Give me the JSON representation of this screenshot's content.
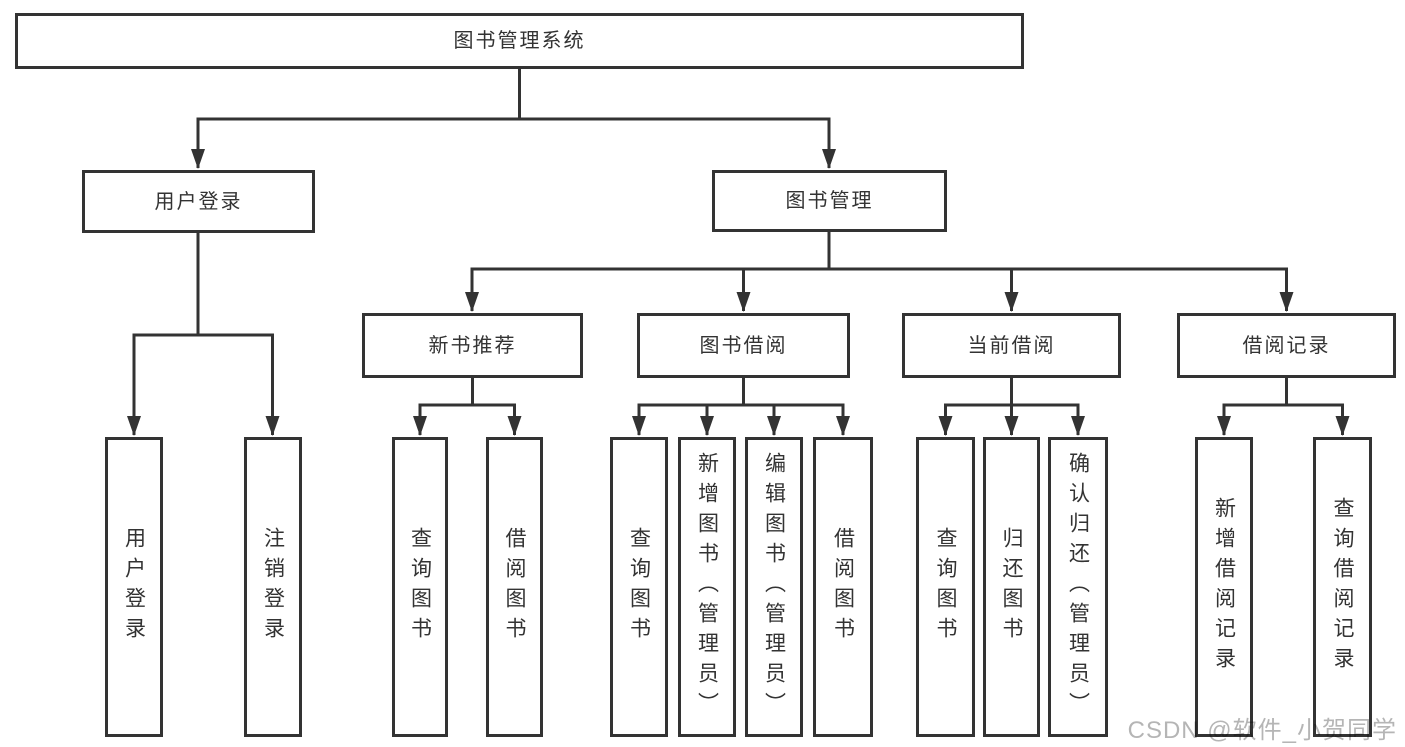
{
  "diagram_title": "图书管理系统",
  "colors": {
    "line": "#333333",
    "text": "#333333",
    "box_background": "#ffffff",
    "watermark": "#b5b5b5",
    "background": "#ffffff"
  },
  "tree": {
    "label": "图书管理系统",
    "children": [
      {
        "label": "用户登录",
        "children": [
          {
            "label": "用户登录"
          },
          {
            "label": "注销登录"
          }
        ]
      },
      {
        "label": "图书管理",
        "children": [
          {
            "label": "新书推荐",
            "children": [
              {
                "label": "查询图书"
              },
              {
                "label": "借阅图书"
              }
            ]
          },
          {
            "label": "图书借阅",
            "children": [
              {
                "label": "查询图书"
              },
              {
                "label": "新增图书（管理员）"
              },
              {
                "label": "编辑图书（管理员）"
              },
              {
                "label": "借阅图书"
              }
            ]
          },
          {
            "label": "当前借阅",
            "children": [
              {
                "label": "查询图书"
              },
              {
                "label": "归还图书"
              },
              {
                "label": "确认归还（管理员）"
              }
            ]
          },
          {
            "label": "借阅记录",
            "children": [
              {
                "label": "新增借阅记录"
              },
              {
                "label": "查询借阅记录"
              }
            ]
          }
        ]
      }
    ]
  },
  "watermark": "CSDN @软件_小贺同学"
}
